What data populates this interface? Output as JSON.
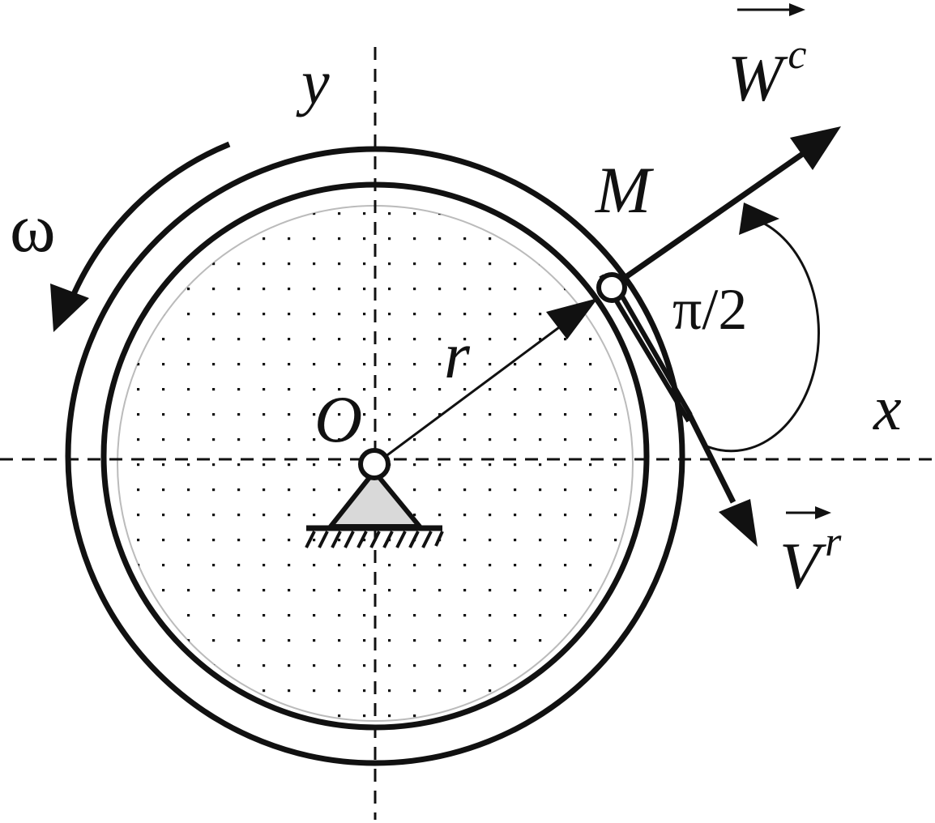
{
  "labels": {
    "axis_y": "y",
    "axis_x": "x",
    "origin": "O",
    "point": "M",
    "radius": "r",
    "angular_velocity": "ω",
    "angle": "π/2",
    "coriolis_acc": "W",
    "coriolis_acc_sup": "c",
    "relative_vel": "V",
    "relative_vel_sup": "r"
  },
  "colors": {
    "ink": "#111111",
    "dots": "#111111",
    "support_fill": "#d9d9d9",
    "background": "#ffffff"
  }
}
